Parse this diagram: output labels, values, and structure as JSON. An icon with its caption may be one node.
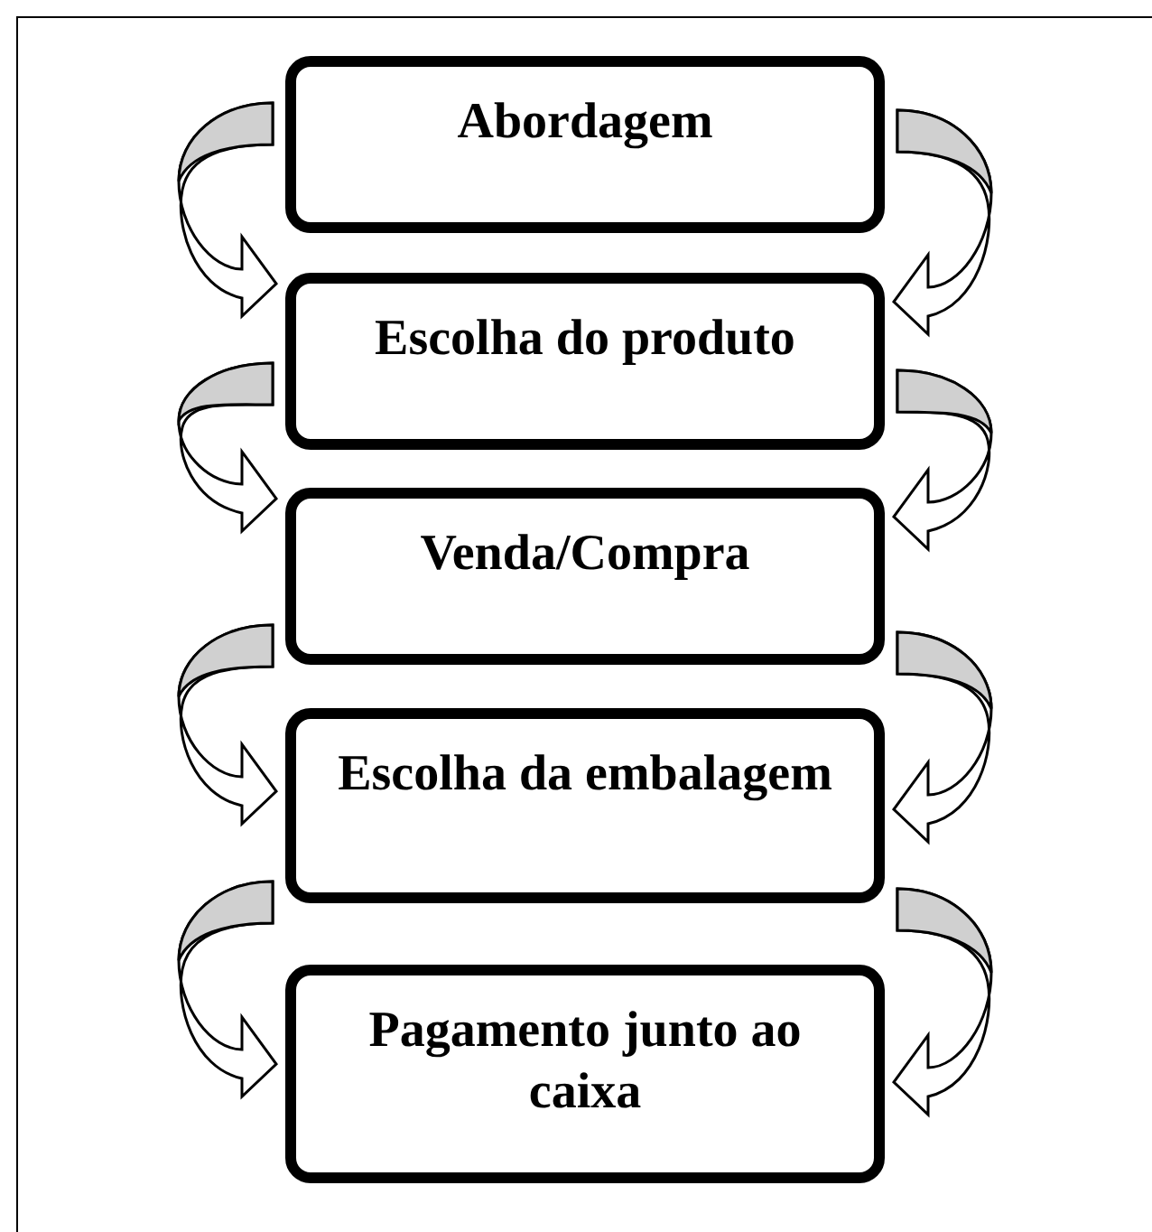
{
  "diagram": {
    "nodes": [
      {
        "text": [
          "Abordagem"
        ]
      },
      {
        "text": [
          "Escolha do produto"
        ]
      },
      {
        "text": [
          "Venda/Compra"
        ]
      },
      {
        "text": [
          "Escolha da embalagem"
        ]
      },
      {
        "text": [
          "Pagamento junto ao caixa"
        ]
      }
    ],
    "edges": [
      {
        "from": 0,
        "to": 1,
        "arrow": "to"
      },
      {
        "from": 0,
        "to": 1,
        "arrow": "to"
      },
      {
        "from": 1,
        "to": 2,
        "arrow": "to"
      },
      {
        "from": 1,
        "to": 2,
        "arrow": "to"
      },
      {
        "from": 2,
        "to": 3,
        "arrow": "to"
      },
      {
        "from": 2,
        "to": 3,
        "arrow": "to"
      },
      {
        "from": 3,
        "to": 4,
        "arrow": "to"
      },
      {
        "from": 3,
        "to": 4,
        "arrow": "to"
      }
    ]
  }
}
